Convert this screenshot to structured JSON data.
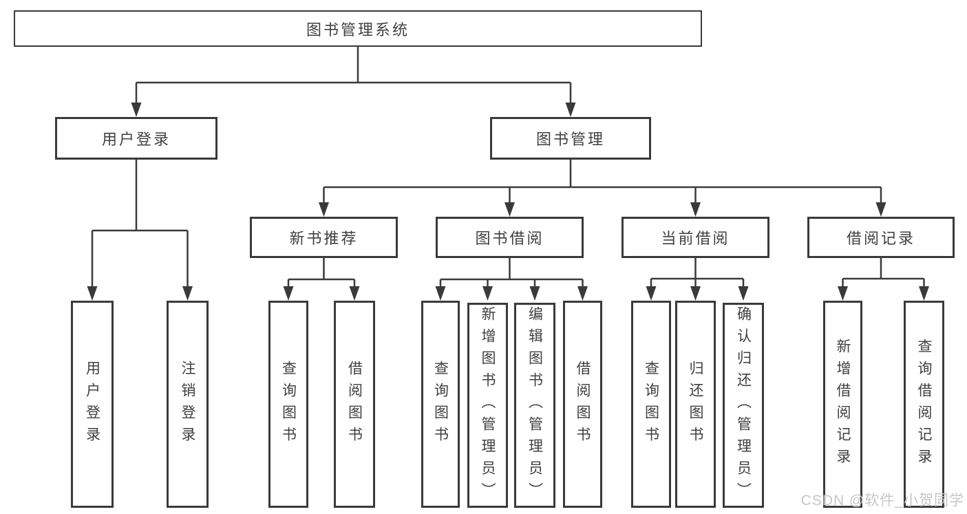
{
  "diagram": {
    "root": {
      "label": "图书管理系统"
    },
    "branches": [
      {
        "label": "用户登录",
        "children": [
          {
            "label": "用户登录"
          },
          {
            "label": "注销登录"
          }
        ]
      },
      {
        "label": "图书管理",
        "children": [
          {
            "label": "新书推荐",
            "children": [
              {
                "label": "查询图书"
              },
              {
                "label": "借阅图书"
              }
            ]
          },
          {
            "label": "图书借阅",
            "children": [
              {
                "label": "查询图书"
              },
              {
                "label": "新增图书（管理员）"
              },
              {
                "label": "编辑图书（管理员）"
              },
              {
                "label": "借阅图书"
              }
            ]
          },
          {
            "label": "当前借阅",
            "children": [
              {
                "label": "查询图书"
              },
              {
                "label": "归还图书"
              },
              {
                "label": "确认归还（管理员）"
              }
            ]
          },
          {
            "label": "借阅记录",
            "children": [
              {
                "label": "新增借阅记录"
              },
              {
                "label": "查询借阅记录"
              }
            ]
          }
        ]
      }
    ],
    "watermark": "CSDN @软件_小贺同学",
    "colors": {
      "border": "#3a3a3a",
      "line": "#3a3a3a",
      "text": "#3f3f3f",
      "background": "#ffffff",
      "watermark": "#c6c6c6"
    }
  }
}
